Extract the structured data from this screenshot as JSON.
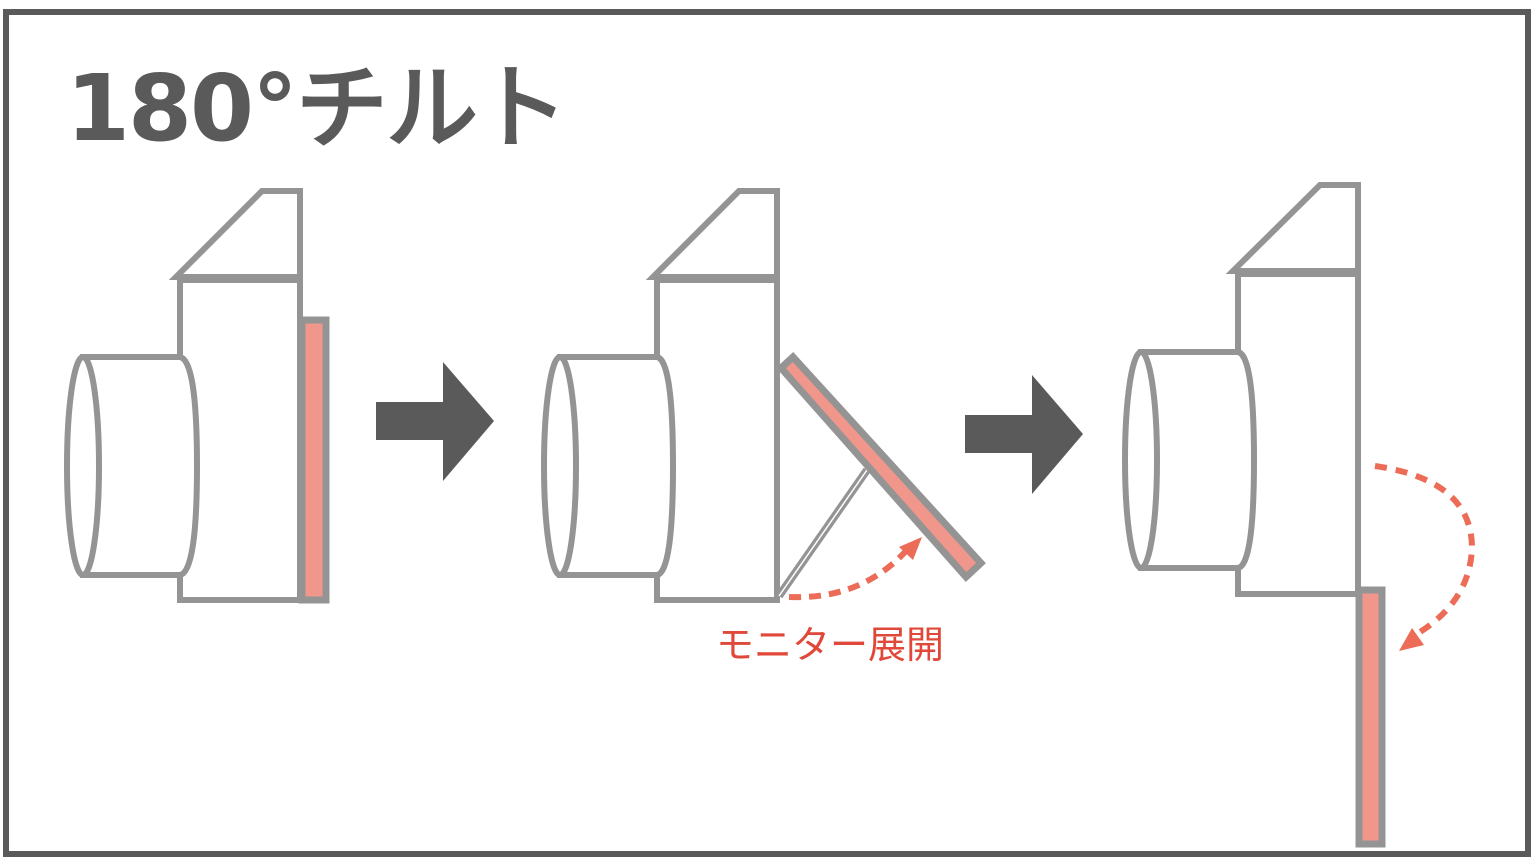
{
  "title": "180°チルト",
  "annotation": "モニター展開",
  "colors": {
    "frame": "#5a5a5a",
    "outline": "#949494",
    "monitor": "#f0968a",
    "accent": "#ec6c58",
    "arrow": "#5a5a5a"
  },
  "steps": [
    "closed",
    "deployed",
    "tilted-180"
  ]
}
